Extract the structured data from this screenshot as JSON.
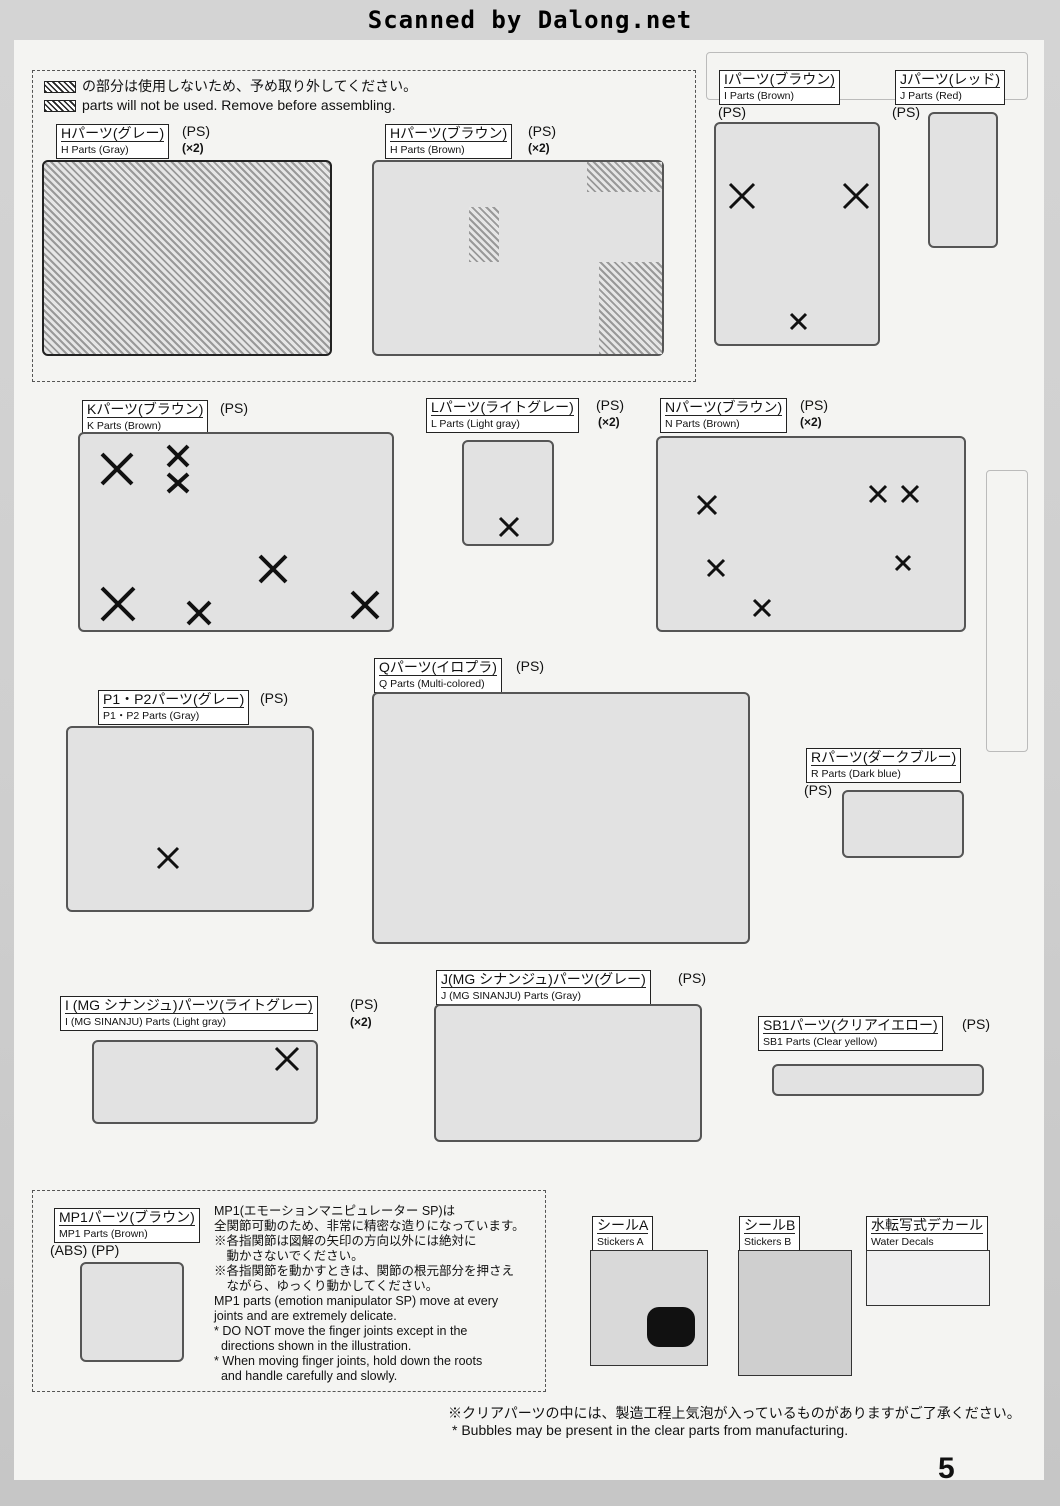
{
  "watermark": "Scanned by Dalong.net",
  "notice": {
    "jp": "の部分は使用しないため、予め取り外してください。",
    "en": "parts will not be used. Remove before assembling."
  },
  "parts": {
    "H_gray": {
      "jp": "Hパーツ(グレー)",
      "en": "H Parts (Gray)",
      "material": "(PS)",
      "qty": "(×2)"
    },
    "H_brown": {
      "jp": "Hパーツ(ブラウン)",
      "en": "H Parts (Brown)",
      "material": "(PS)",
      "qty": "(×2)"
    },
    "I_brown": {
      "jp": "Iパーツ(ブラウン)",
      "en": "I Parts (Brown)",
      "material": "(PS)"
    },
    "J_red": {
      "jp": "Jパーツ(レッド)",
      "en": "J Parts (Red)",
      "material": "(PS)"
    },
    "K_brown": {
      "jp": "Kパーツ(ブラウン)",
      "en": "K Parts (Brown)",
      "material": "(PS)"
    },
    "L_lgray": {
      "jp": "Lパーツ(ライトグレー)",
      "en": "L Parts (Light gray)",
      "material": "(PS)",
      "qty": "(×2)"
    },
    "N_brown": {
      "jp": "Nパーツ(ブラウン)",
      "en": "N Parts (Brown)",
      "material": "(PS)",
      "qty": "(×2)"
    },
    "P_gray": {
      "jp": "P1・P2パーツ(グレー)",
      "en": "P1・P2 Parts (Gray)",
      "material": "(PS)"
    },
    "Q_multi": {
      "jp": "Qパーツ(イロプラ)",
      "en": "Q Parts (Multi-colored)",
      "material": "(PS)"
    },
    "R_dblue": {
      "jp": "Rパーツ(ダークブルー)",
      "en": "R Parts (Dark blue)",
      "material": "(PS)"
    },
    "I_mg": {
      "jp": "I (MG シナンジュ)パーツ(ライトグレー)",
      "en": "I (MG SINANJU) Parts (Light gray)",
      "material": "(PS)",
      "qty": "(×2)"
    },
    "J_mg": {
      "jp": "J(MG シナンジュ)パーツ(グレー)",
      "en": "J (MG SINANJU) Parts (Gray)",
      "material": "(PS)"
    },
    "SB1": {
      "jp": "SB1パーツ(クリアイエロー)",
      "en": "SB1 Parts (Clear yellow)",
      "material": "(PS)"
    },
    "MP1": {
      "jp": "MP1パーツ(ブラウン)",
      "en": "MP1 Parts (Brown)",
      "material": "(ABS) (PP)"
    }
  },
  "mp1_notes": [
    "MP1(エモーションマニピュレーター SP)は",
    "全関節可動のため、非常に精密な造りになっています。",
    "※各指関節は図解の矢印の方向以外には絶対に",
    "　動かさないでください。",
    "※各指関節を動かすときは、関節の根元部分を押さえ",
    "　ながら、ゆっくり動かしてください。",
    "MP1 parts (emotion manipulator SP) move at every",
    "joints and are extremely delicate.",
    "* DO NOT move the finger joints except in the",
    "  directions shown in the illustration.",
    "* When moving finger joints, hold down the roots",
    "  and handle carefully and slowly."
  ],
  "stickers": {
    "A": {
      "jp": "シールA",
      "en": "Stickers A"
    },
    "B": {
      "jp": "シールB",
      "en": "Stickers B"
    },
    "W": {
      "jp": "水転写式デカール",
      "en": "Water Decals"
    }
  },
  "footer": {
    "jp": "※クリアパーツの中には、製造工程上気泡が入っているものがありますがご了承ください。",
    "en": "* Bubbles may be present in the clear parts from manufacturing."
  },
  "page_number": "5"
}
